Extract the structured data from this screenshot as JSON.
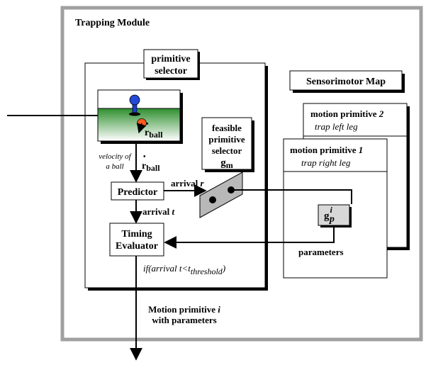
{
  "module": {
    "title": "Trapping Module"
  },
  "primitive_selector": {
    "line1": "primitive",
    "line2": "selector"
  },
  "sensor": {
    "r": "r",
    "sub": "ball",
    "dot": "•"
  },
  "velocity_label": {
    "line1": "velocity of",
    "line2": "a ball"
  },
  "rdot_label": {
    "r": "r",
    "sub": "ball",
    "dot": "•"
  },
  "predictor": {
    "label": "Predictor"
  },
  "arrival_r": {
    "text": "arrival ",
    "var": "r"
  },
  "arrival_t": {
    "text": "arrival ",
    "var": "t"
  },
  "timing_evaluator": {
    "line1": "Timing",
    "line2": "Evaluator"
  },
  "condition": {
    "a": "if(arrival ",
    "b": "t<t",
    "sub": "threshold",
    "c": ")"
  },
  "output": {
    "line1": "Motion primitive ",
    "line1_var": "i",
    "line2": "with parameters"
  },
  "feasible_selector": {
    "line1": "feasible",
    "line2": "primitive",
    "line3": "selector",
    "g": "g",
    "g_sub": "m"
  },
  "sensorimotor_map": {
    "title": "Sensorimotor Map"
  },
  "motion_primitive_2": {
    "title": "motion primitive ",
    "num": "2",
    "subtitle": "trap left leg"
  },
  "motion_primitive_1": {
    "title": "motion primitive ",
    "num": "1",
    "subtitle": "trap right leg"
  },
  "param_box": {
    "g": "g",
    "sup": "i",
    "sub": "p"
  },
  "parameters_label": {
    "text": "parameters"
  }
}
